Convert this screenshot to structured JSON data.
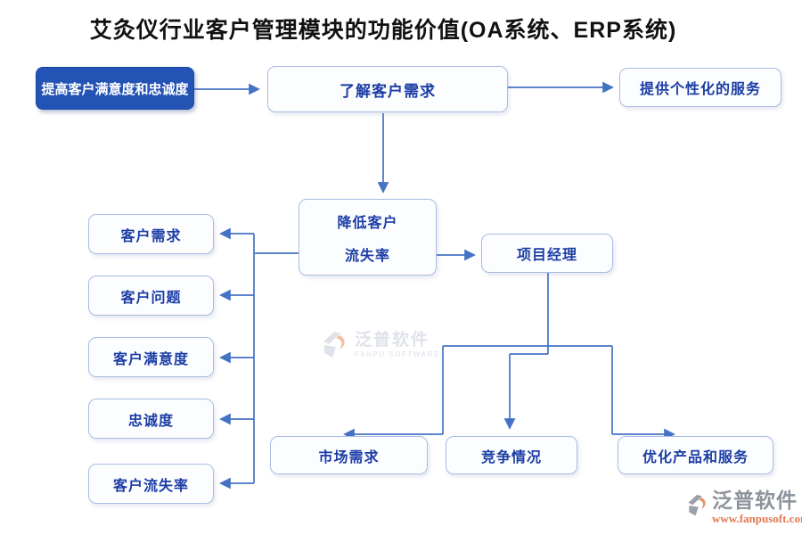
{
  "title": "艾灸仪行业客户管理模块的功能价值(OA系统、ERP系统)",
  "colors": {
    "connector_blue": "#4472c4",
    "node_border": "#a9bce4",
    "node_fill": "#fcfdff",
    "node_text": "#1b3da5",
    "primary_fill": "#2353b5",
    "primary_text": "#ffffff",
    "watermark_gray": "#dcdfe9",
    "logo_gray": "#8d939c",
    "logo_orange": "#e4764e"
  },
  "nodes": {
    "improve_satisfaction": "提高客户满意度和忠诚度",
    "understand_needs": "了解客户需求",
    "personalized_service": "提供个性化的服务",
    "reduce_churn_line1": "降低客户",
    "reduce_churn_line2": "流失率",
    "project_manager": "项目经理",
    "left_items": [
      "客户需求",
      "客户问题",
      "客户满意度",
      "忠诚度",
      "客户流失率"
    ],
    "bottom_items": [
      "市场需求",
      "竞争情况",
      "优化产品和服务"
    ]
  },
  "watermark": {
    "name": "泛普软件",
    "sub": "FANPU SOFTWARE"
  },
  "footer_logo": {
    "name": "泛普软件",
    "url": "www.fanpusoft.com"
  }
}
